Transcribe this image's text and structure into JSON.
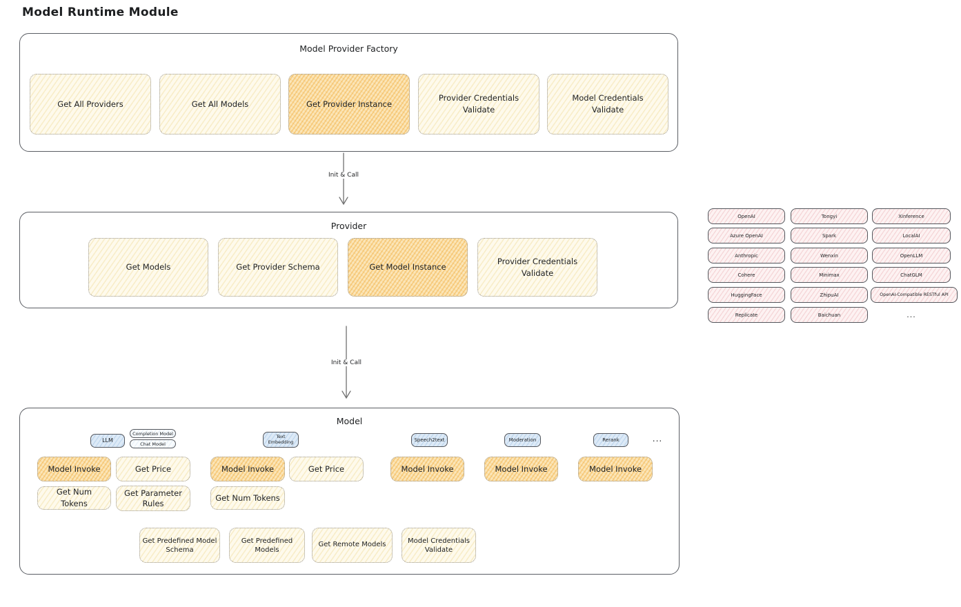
{
  "page": {
    "title": "Model Runtime Module"
  },
  "factory": {
    "title": "Model Provider Factory",
    "buttons": [
      "Get All Providers",
      "Get All Models",
      "Get Provider Instance",
      "Provider Credentials Validate",
      "Model Credentials Validate"
    ],
    "highlighted": "Get Provider Instance"
  },
  "connectors": [
    {
      "label": "Init & Call"
    },
    {
      "label": "Init & Call"
    }
  ],
  "provider": {
    "title": "Provider",
    "buttons": [
      "Get Models",
      "Get Provider Schema",
      "Get Model Instance",
      "Provider Credentials Validate"
    ],
    "highlighted": "Get Model Instance"
  },
  "vendors": {
    "items": [
      "OpenAI",
      "Tongyi",
      "Xinference",
      "Azure OpenAI",
      "Spark",
      "LocalAI",
      "Anthropic",
      "Wenxin",
      "OpenLLM",
      "Cohere",
      "Minimax",
      "ChatGLM",
      "HuggingFace",
      "ZhipuAI",
      "OpenAI-Compatible RESTful API",
      "Replicate",
      "Baichuan"
    ],
    "more": "..."
  },
  "model": {
    "title": "Model",
    "capabilities": [
      {
        "tab": "LLM",
        "actions": [
          "Model Invoke",
          "Get Price",
          "Get Num Tokens",
          "Get Parameter Rules"
        ]
      },
      {
        "tab": "Text Embedding",
        "actions": [
          "Model Invoke",
          "Get Price",
          "Get Num Tokens"
        ]
      },
      {
        "tab": "Speech2text",
        "actions": [
          "Model Invoke"
        ]
      },
      {
        "tab": "Moderation",
        "actions": [
          "Model Invoke"
        ]
      },
      {
        "tab": "Rerank",
        "actions": [
          "Model Invoke"
        ]
      }
    ],
    "llm_modes": [
      "Completion Model",
      "Chat Model"
    ],
    "more": "...",
    "common_actions": [
      "Get Predefined Model Schema",
      "Get Predefined Models",
      "Get Remote Models",
      "Model Credentials Validate"
    ]
  },
  "colors": {
    "action_fill": "#fdf8e7",
    "highlight_fill": "#fbe3ae",
    "vendor_fill": "#fdf1f1",
    "capability_fill": "#ddeaf7",
    "stroke": "#5a5d63"
  }
}
